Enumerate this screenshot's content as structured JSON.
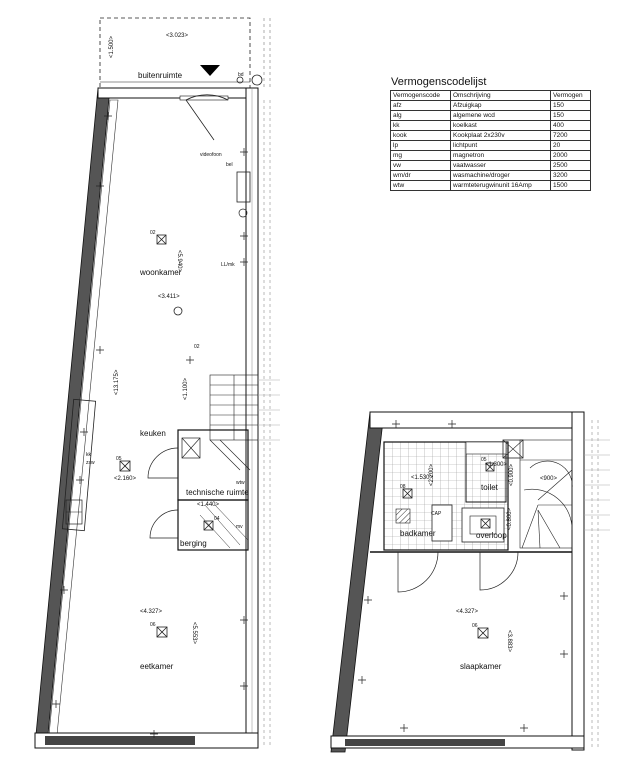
{
  "legend": {
    "title": "Vermogenscodelijst",
    "headers": [
      "Vermogenscode",
      "Omschrijving",
      "Vermogen"
    ],
    "rows": [
      [
        "afz",
        "Afzuigkap",
        "150"
      ],
      [
        "alg",
        "algemene wcd",
        "150"
      ],
      [
        "kk",
        "koelkast",
        "400"
      ],
      [
        "kook",
        "Kookplaat 2x230v",
        "7200"
      ],
      [
        "lp",
        "lichtpunt",
        "20"
      ],
      [
        "mg",
        "magnetron",
        "2000"
      ],
      [
        "vw",
        "vaatwasser",
        "2500"
      ],
      [
        "wm/dr",
        "wasmachine/droger",
        "3200"
      ],
      [
        "wtw",
        "warmteterugwinunit 16Amp",
        "1500"
      ]
    ]
  },
  "ground_floor": {
    "rooms": {
      "outdoor": "buitenruimte",
      "living": "woonkamer",
      "kitchen": "keuken",
      "technical": "technische ruimte",
      "storage": "berging",
      "dining": "eetkamer"
    },
    "dimensions": {
      "outdoor_width": "<3.023>",
      "outdoor_depth": "<1.500>",
      "living_depth": "<5.940>",
      "living_width": "<3.411>",
      "total_length": "<13.175>",
      "kitchen_depth": "<1.100>",
      "kitchen_width": "<2.160>",
      "technical_width": "<1.440>",
      "dining_width": "<4.327>",
      "dining_depth": "<5.553>"
    },
    "labels": {
      "videofoon": "videofoon",
      "bel": "bel",
      "lumk": "LL/mk",
      "wtw": "wtw",
      "mv": "mv",
      "bd": "bd",
      "kk": "kk",
      "zsw": "zsw",
      "lp02a": "02",
      "lp02b": "02",
      "lp05": "05",
      "lp04": "04",
      "lp06": "06"
    }
  },
  "first_floor": {
    "rooms": {
      "bathroom": "badkamer",
      "toilet": "toilet",
      "landing": "overloop",
      "bedroom": "slaapkamer"
    },
    "dimensions": {
      "bath_width": "<1.530>",
      "bath_depth": "<2.200>",
      "toilet_width": "<1.300>",
      "toilet_depth": "<0.900>",
      "stair_width": "<900>",
      "landing_depth": "<0.800>",
      "bedroom_width": "<4.327>",
      "bedroom_depth": "<3.883>"
    },
    "labels": {
      "cap": "CAP",
      "lp08": "08",
      "lp05": "05",
      "lp06": "06"
    }
  }
}
